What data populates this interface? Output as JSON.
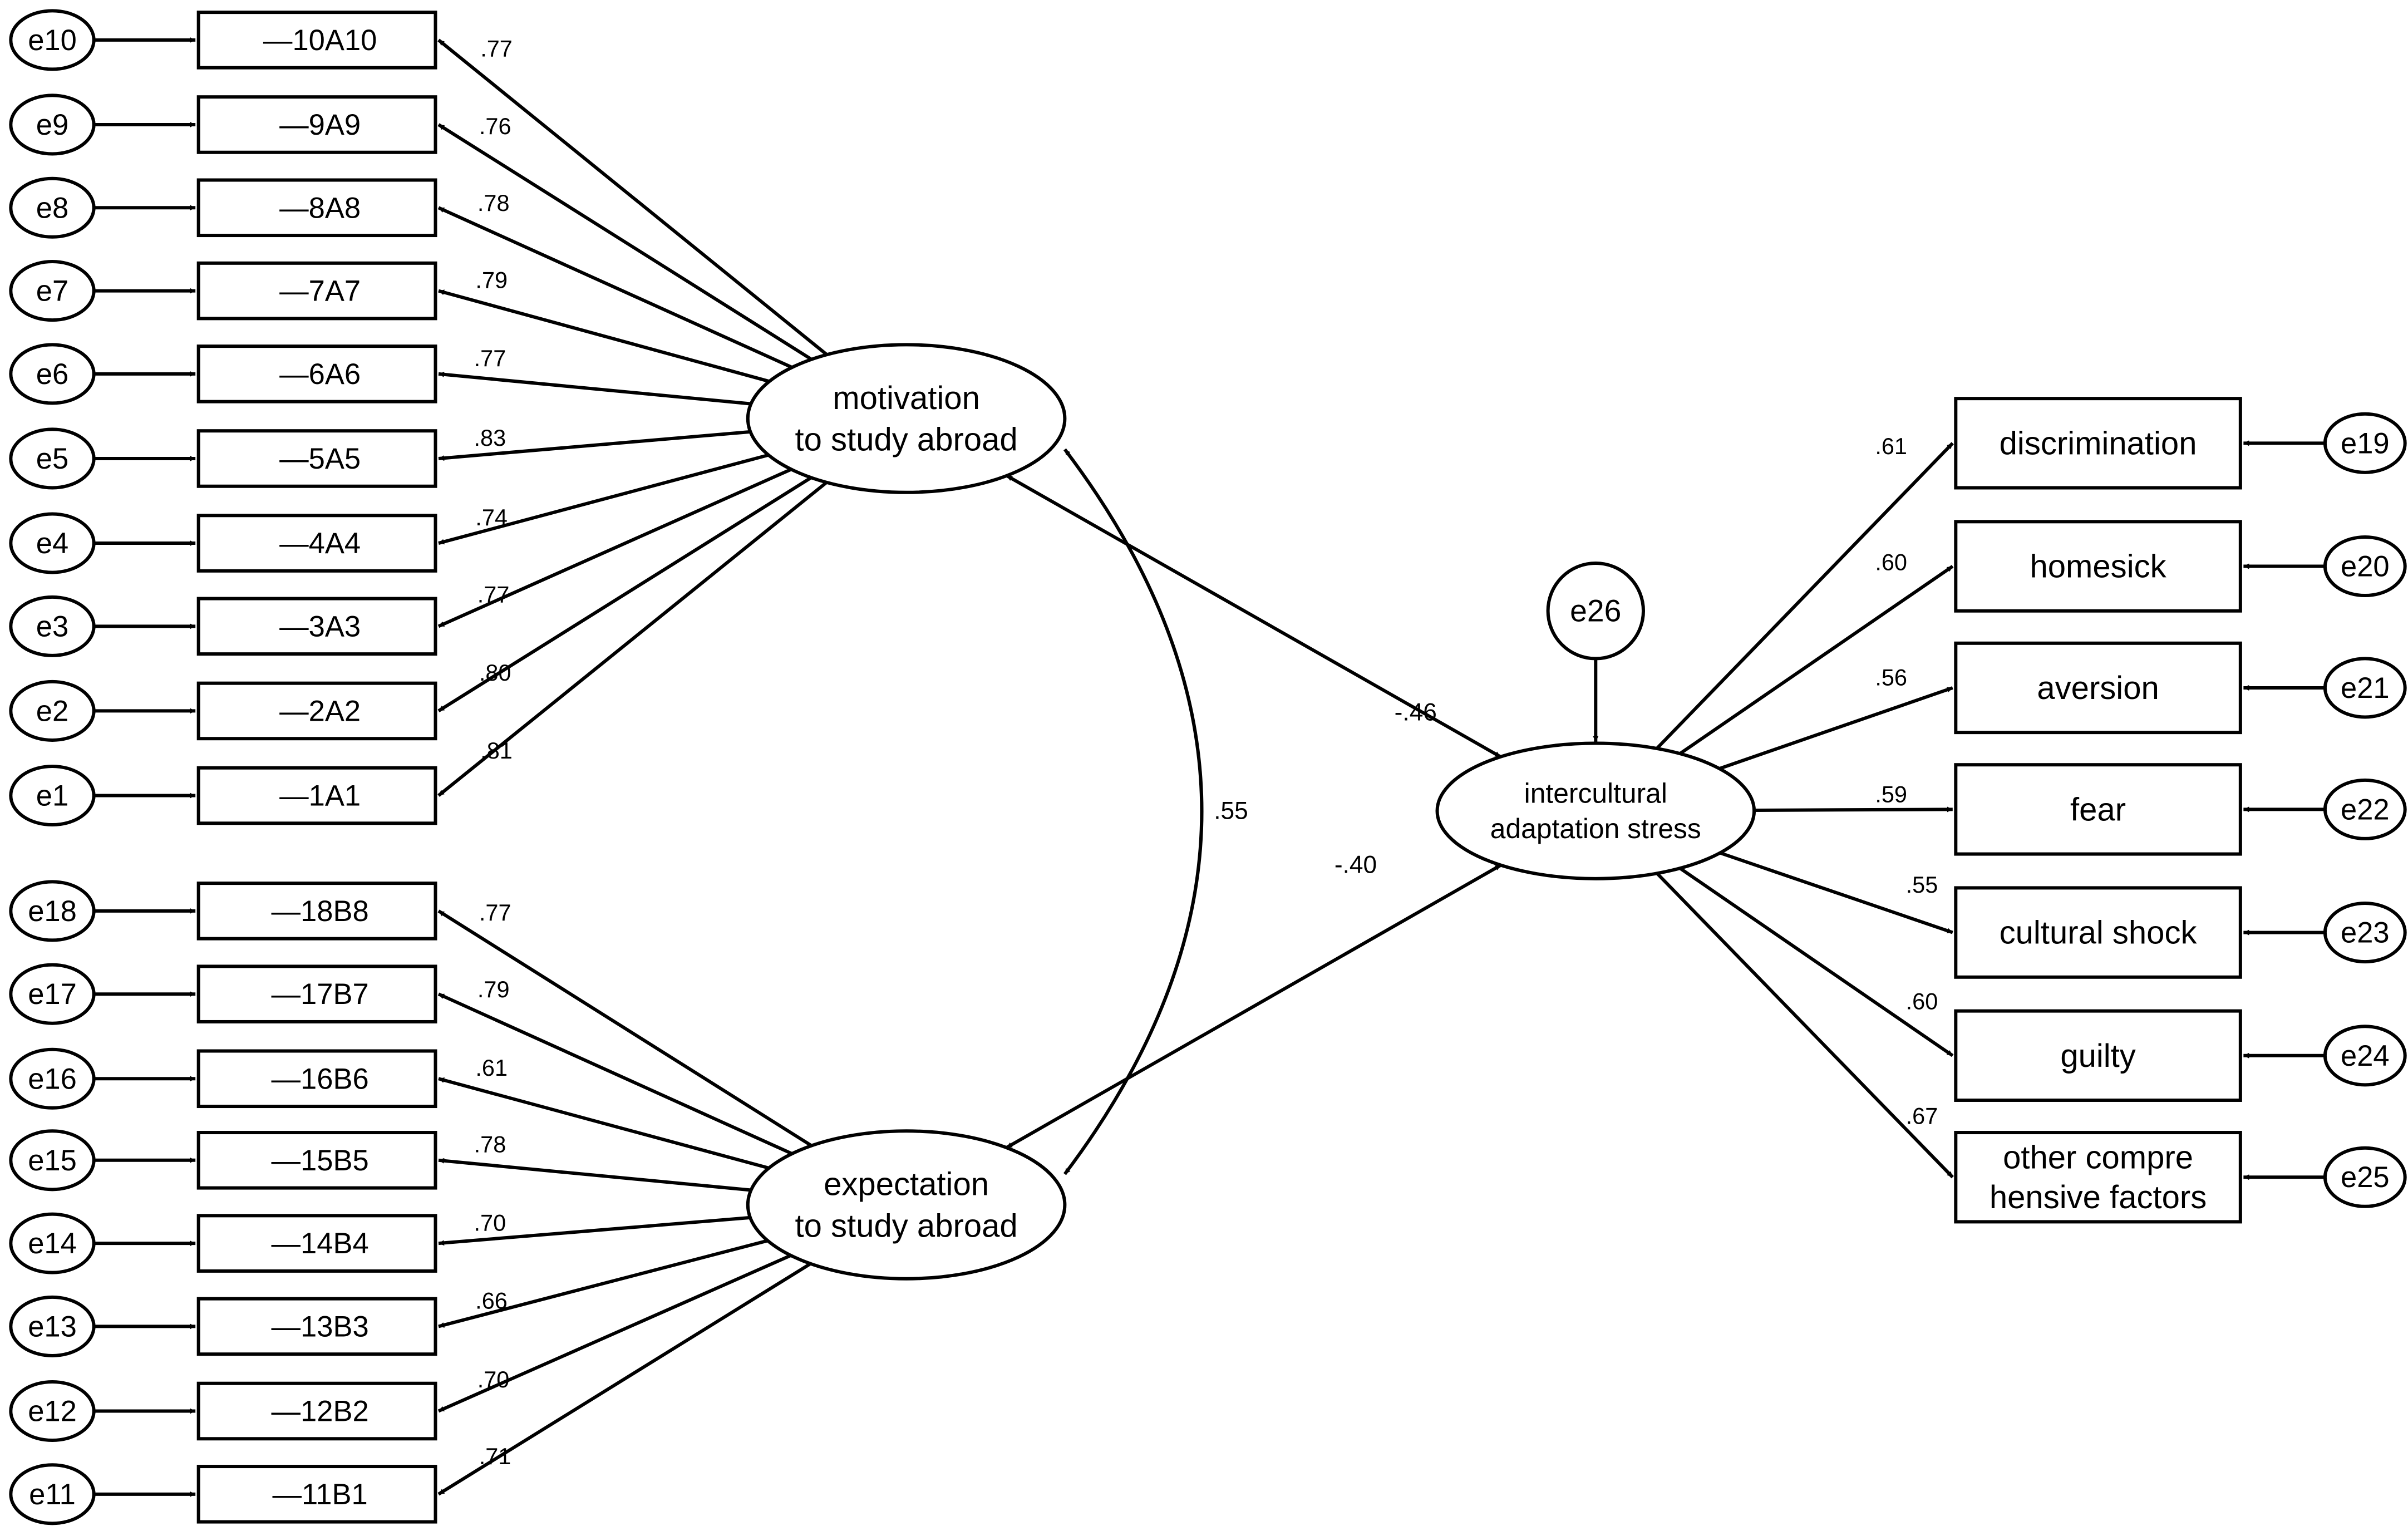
{
  "latent": {
    "motivation": [
      "motivation",
      "to study abroad"
    ],
    "expectation": [
      "expectation",
      "to study abroad"
    ],
    "stress": [
      "intercultural",
      "adaptation stress"
    ]
  },
  "motivation_items": [
    {
      "error": "e10",
      "label": "—10A10",
      "loading": ".77"
    },
    {
      "error": "e9",
      "label": "—9A9",
      "loading": ".76"
    },
    {
      "error": "e8",
      "label": "—8A8",
      "loading": ".78"
    },
    {
      "error": "e7",
      "label": "—7A7",
      "loading": ".79"
    },
    {
      "error": "e6",
      "label": "—6A6",
      "loading": ".77"
    },
    {
      "error": "e5",
      "label": "—5A5",
      "loading": ".83"
    },
    {
      "error": "e4",
      "label": "—4A4",
      "loading": ".74"
    },
    {
      "error": "e3",
      "label": "—3A3",
      "loading": ".77"
    },
    {
      "error": "e2",
      "label": "—2A2",
      "loading": ".80"
    },
    {
      "error": "e1",
      "label": "—1A1",
      "loading": ".81"
    }
  ],
  "expectation_items": [
    {
      "error": "e18",
      "label": "—18B8",
      "loading": ".77"
    },
    {
      "error": "e17",
      "label": "—17B7",
      "loading": ".79"
    },
    {
      "error": "e16",
      "label": "—16B6",
      "loading": ".61"
    },
    {
      "error": "e15",
      "label": "—15B5",
      "loading": ".78"
    },
    {
      "error": "e14",
      "label": "—14B4",
      "loading": ".70"
    },
    {
      "error": "e13",
      "label": "—13B3",
      "loading": ".66"
    },
    {
      "error": "e12",
      "label": "—12B2",
      "loading": ".70"
    },
    {
      "error": "e11",
      "label": "—11B1",
      "loading": ".71"
    }
  ],
  "stress_items": [
    {
      "error": "e19",
      "label": [
        "discrimination"
      ],
      "loading": ".61"
    },
    {
      "error": "e20",
      "label": [
        "homesick"
      ],
      "loading": ".60"
    },
    {
      "error": "e21",
      "label": [
        "aversion"
      ],
      "loading": ".56"
    },
    {
      "error": "e22",
      "label": [
        "fear"
      ],
      "loading": ".59"
    },
    {
      "error": "e23",
      "label": [
        "cultural shock"
      ],
      "loading": ".55"
    },
    {
      "error": "e24",
      "label": [
        "guilty"
      ],
      "loading": ".60"
    },
    {
      "error": "e25",
      "label": [
        "other compre",
        "hensive factors"
      ],
      "loading": ".67"
    }
  ],
  "structural": {
    "correlation": ".55",
    "motivation_to_stress": "-.46",
    "expectation_to_stress": "-.40",
    "stress_disturbance": "e26"
  }
}
